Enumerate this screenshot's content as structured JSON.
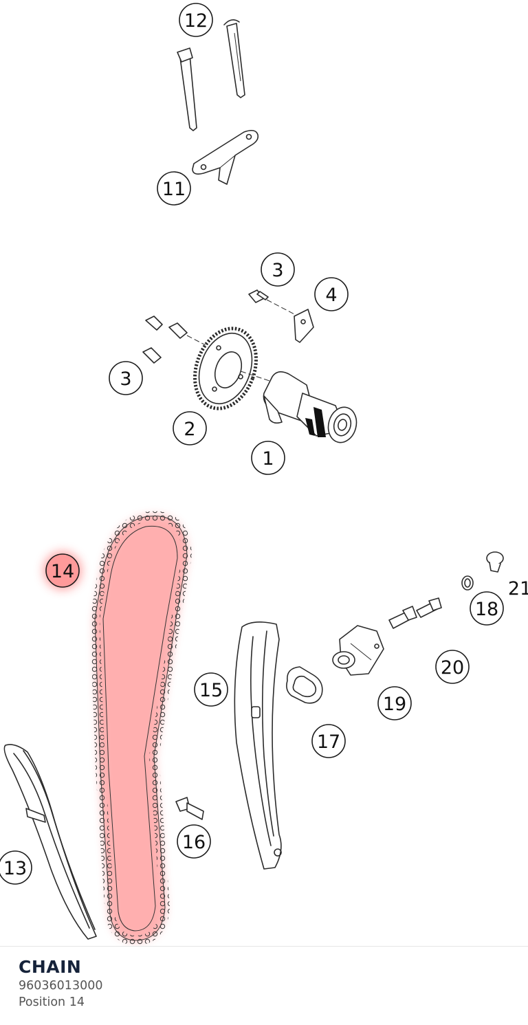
{
  "diagram": {
    "callouts": [
      {
        "id": "c12",
        "label": "12"
      },
      {
        "id": "c11",
        "label": "11"
      },
      {
        "id": "c3a",
        "label": "3"
      },
      {
        "id": "c4",
        "label": "4"
      },
      {
        "id": "c3b",
        "label": "3"
      },
      {
        "id": "c2",
        "label": "2"
      },
      {
        "id": "c1",
        "label": "1"
      },
      {
        "id": "c14",
        "label": "14",
        "highlighted": true
      },
      {
        "id": "c21",
        "label": "21"
      },
      {
        "id": "c18",
        "label": "18"
      },
      {
        "id": "c20",
        "label": "20"
      },
      {
        "id": "c15",
        "label": "15"
      },
      {
        "id": "c19",
        "label": "19"
      },
      {
        "id": "c17",
        "label": "17"
      },
      {
        "id": "c16",
        "label": "16"
      },
      {
        "id": "c13",
        "label": "13"
      }
    ],
    "highlight_color": "#ff6b6b"
  },
  "selected_part": {
    "name": "CHAIN",
    "number": "96036013000",
    "position": "Position 14"
  }
}
